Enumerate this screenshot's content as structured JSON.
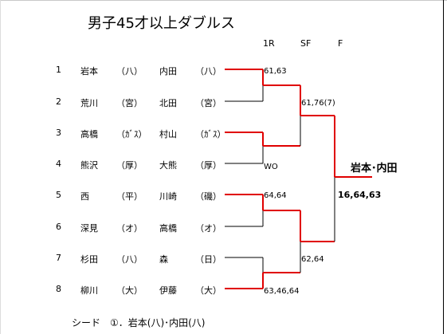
{
  "title": "男子45才以上ダブルス",
  "rounds": [
    "1R",
    "SF",
    "F"
  ],
  "entries": [
    {
      "seed": "1",
      "p1": "岩本",
      "c1": "（八）",
      "p2": "内田",
      "c2": "（八）"
    },
    {
      "seed": "2",
      "p1": "荒川",
      "c1": "（宮）",
      "p2": "北田",
      "c2": "（宮）"
    },
    {
      "seed": "3",
      "p1": "高橋",
      "c1": "（ｶﾞｽ）",
      "p2": "村山",
      "c2": "（ｶﾞｽ）"
    },
    {
      "seed": "4",
      "p1": "熊沢",
      "c1": "（厚）",
      "p2": "大熊",
      "c2": "（厚）"
    },
    {
      "seed": "5",
      "p1": "西",
      "c1": "（平）",
      "p2": "川崎",
      "c2": "（磯）"
    },
    {
      "seed": "6",
      "p1": "深見",
      "c1": "（オ）",
      "p2": "高橋",
      "c2": "（オ）"
    },
    {
      "seed": "7",
      "p1": "杉田",
      "c1": "（八）",
      "p2": "森",
      "c2": "（日）"
    },
    {
      "seed": "8",
      "p1": "柳川",
      "c1": "（大）",
      "p2": "伊藤",
      "c2": "（大）"
    }
  ],
  "scores": {
    "r1_m1": "61,63",
    "r1_m2": "WO",
    "r1_m3": "64,64",
    "r1_m4": "63,46,64",
    "sf_m1": "61,76(7)",
    "sf_m2": "62,64"
  },
  "champion": "岩本･内田",
  "final_score": "16,64,63",
  "seed_note": "シード　①．岩本(八)･内田(八)",
  "colors": {
    "win_line": "#e00000",
    "lose_line": "#000000"
  }
}
